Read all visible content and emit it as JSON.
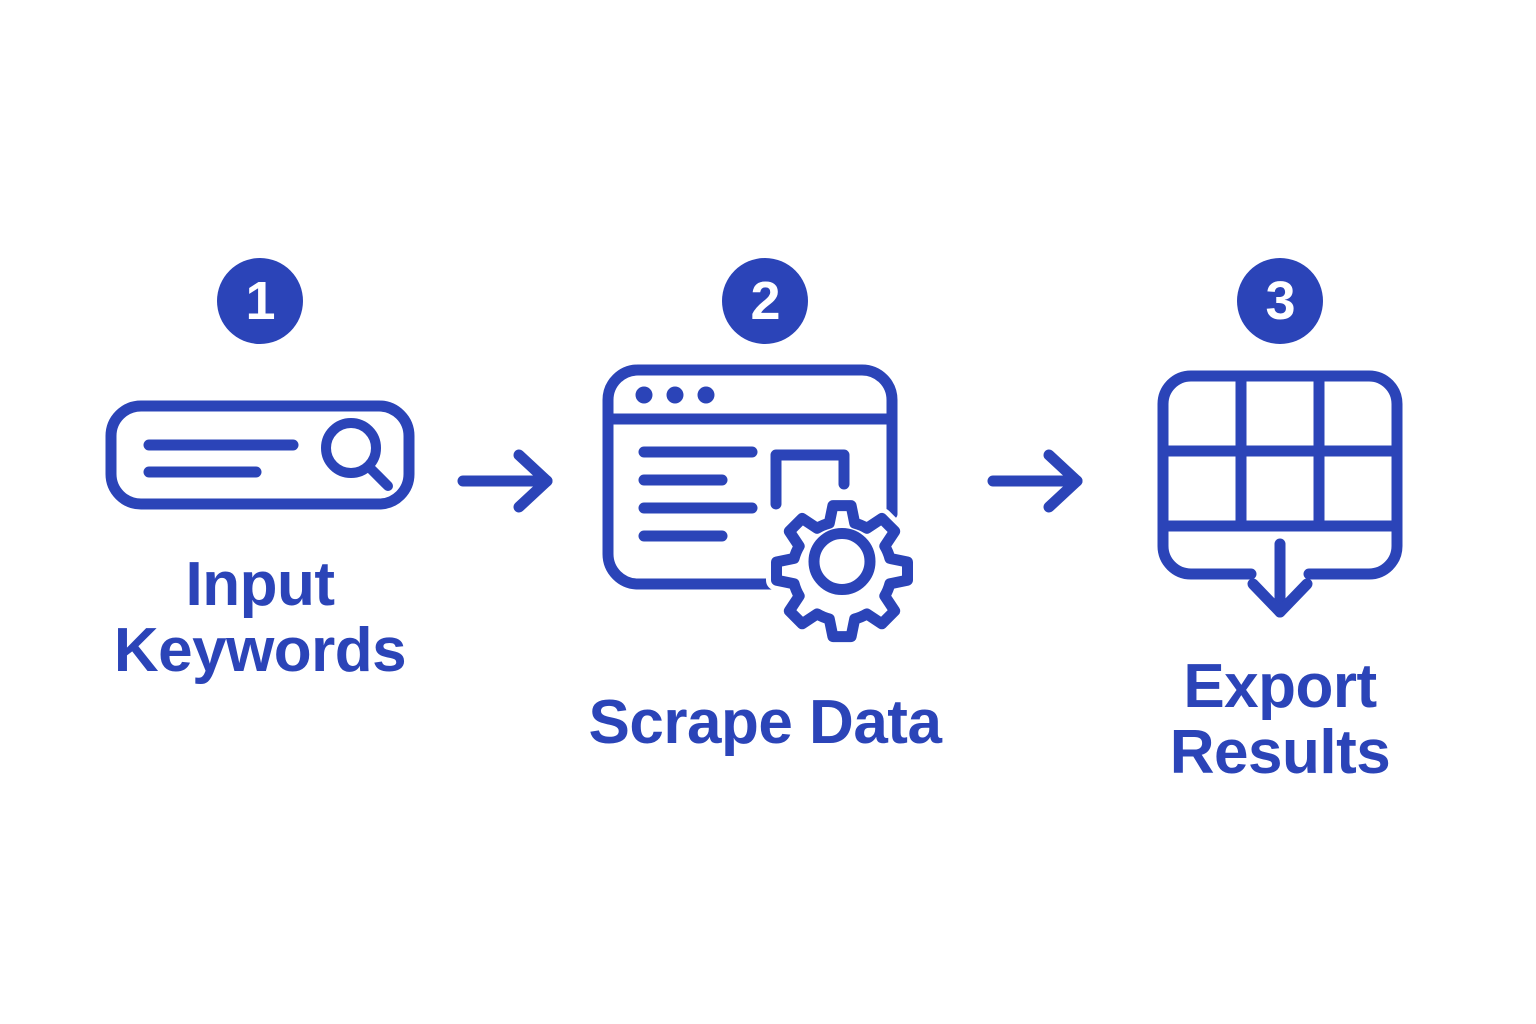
{
  "theme": {
    "accent": "#2B44B8",
    "background": "#FFFFFF",
    "badge_text_color": "#FFFFFF"
  },
  "diagram": {
    "type": "process-flow",
    "orientation": "horizontal",
    "step_count": 3
  },
  "steps": [
    {
      "number": "1",
      "caption": "Input\nKeywords",
      "icon": "search-bar-icon"
    },
    {
      "number": "2",
      "caption": "Scrape Data",
      "icon": "browser-window-gear-icon"
    },
    {
      "number": "3",
      "caption": "Export Results",
      "icon": "table-download-icon"
    }
  ],
  "connectors": [
    {
      "name": "arrow-right-icon",
      "from": "1",
      "to": "2"
    },
    {
      "name": "arrow-right-icon",
      "from": "2",
      "to": "3"
    }
  ]
}
